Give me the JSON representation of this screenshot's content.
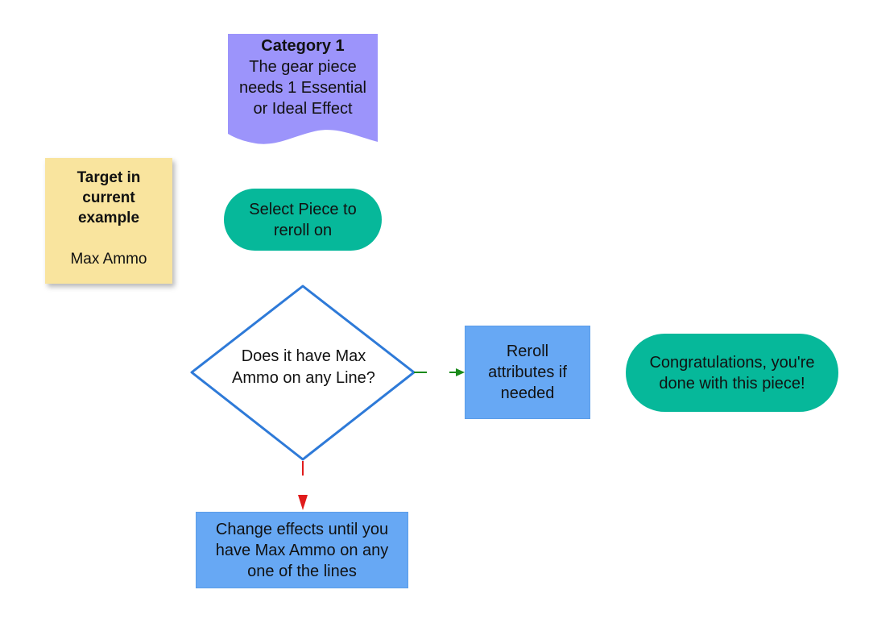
{
  "colors": {
    "document_fill": "#9c94fb",
    "terminal_fill": "#06b89a",
    "process_fill": "#67a8f4",
    "sticky_fill": "#f9e49e",
    "decision_stroke": "#2e7ad8",
    "yes_arrow": "#1a8a1a",
    "no_arrow": "#e01b1b"
  },
  "sticky_note": {
    "heading_line1": "Target in",
    "heading_line2": "current",
    "heading_line3": "example",
    "value": "Max Ammo"
  },
  "category_doc": {
    "title": "Category 1",
    "line1": "The gear piece",
    "line2": "needs 1 Essential",
    "line3": "or Ideal Effect"
  },
  "select_piece": {
    "line1": "Select Piece to",
    "line2": "reroll on"
  },
  "decision": {
    "line1": "Does it have Max",
    "line2": "Ammo on any Line?"
  },
  "reroll": {
    "line1": "Reroll",
    "line2": "attributes if",
    "line3": "needed"
  },
  "congrats": {
    "line1": "Congratulations, you're",
    "line2": "done with this piece!"
  },
  "change_effects": {
    "line1": "Change effects until you",
    "line2": "have Max Ammo on any",
    "line3": "one of the lines"
  }
}
